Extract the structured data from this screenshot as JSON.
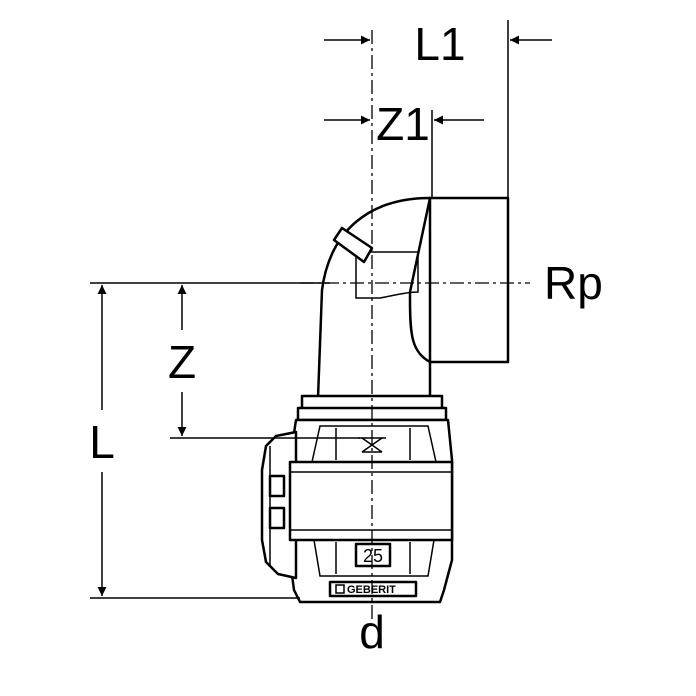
{
  "labels": {
    "L1": "L1",
    "Z1": "Z1",
    "Rp": "Rp",
    "Z": "Z",
    "L": "L",
    "d": "d"
  },
  "fitting": {
    "size_marking": "25",
    "brand_marking": "GEBERIT"
  },
  "colors": {
    "line": "#000000",
    "background": "#ffffff"
  }
}
